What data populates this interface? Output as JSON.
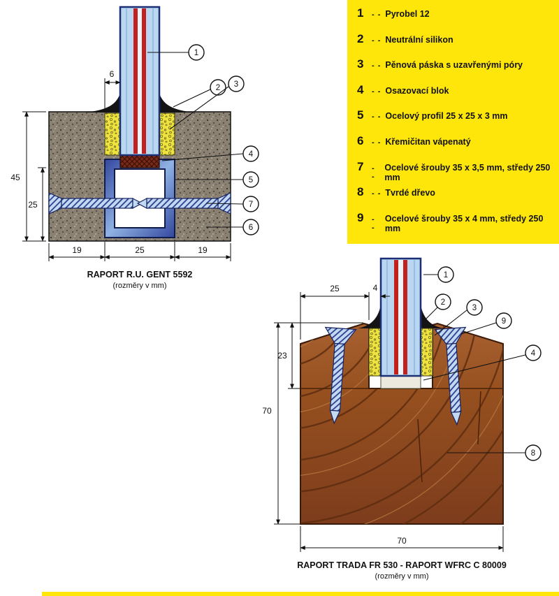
{
  "legend": {
    "dash": "- -",
    "items": [
      {
        "num": "1",
        "label": "Pyrobel 12"
      },
      {
        "num": "2",
        "label": "Neutrální silikon"
      },
      {
        "num": "3",
        "label": "Pěnová páska s uzavřenými póry"
      },
      {
        "num": "4",
        "label": "Osazovací blok"
      },
      {
        "num": "5",
        "label": "Ocelový profil 25 x 25 x 3 mm"
      },
      {
        "num": "6",
        "label": "Křemičitan vápenatý"
      },
      {
        "num": "7",
        "label": "Ocelové šrouby 35 x 3,5 mm, středy 250 mm"
      },
      {
        "num": "8",
        "label": "Tvrdé dřevo"
      },
      {
        "num": "9",
        "label": "Ocelové šrouby 35 x 4 mm, středy 250 mm"
      }
    ]
  },
  "left_diagram": {
    "caption": "RAPORT R.U. GENT 5592",
    "subcaption": "(rozměry v mm)",
    "dims": {
      "gap": "6",
      "height": "45",
      "profile_height": "25",
      "bottom_left": "19",
      "bottom_mid": "25",
      "bottom_right": "19"
    },
    "callouts": {
      "c1": "1",
      "c2": "2",
      "c3": "3",
      "c4": "4",
      "c5": "5",
      "c6": "6",
      "c7": "7"
    }
  },
  "right_diagram": {
    "caption": "RAPORT TRADA FR 530 - RAPORT WFRC C 80009",
    "subcaption": "(rozměry v mm)",
    "dims": {
      "top_width": "25",
      "gap": "4",
      "rebate_depth": "23",
      "height": "70",
      "width": "70"
    },
    "callouts": {
      "c1": "1",
      "c2": "2",
      "c3": "3",
      "c4": "4",
      "c8": "8",
      "c9": "9"
    }
  },
  "colors": {
    "legend_bg": "#ffe60a",
    "glass_blue": "#b9d7f0",
    "glass_edge": "#1b2f77",
    "intumescent_red": "#c32020",
    "silicone_black": "#141414",
    "foam_yellow": "#ede23e",
    "silicate_gray": "#8a8173",
    "steel_blue": "#5f7fce",
    "wood_brown": "#9b5526"
  }
}
